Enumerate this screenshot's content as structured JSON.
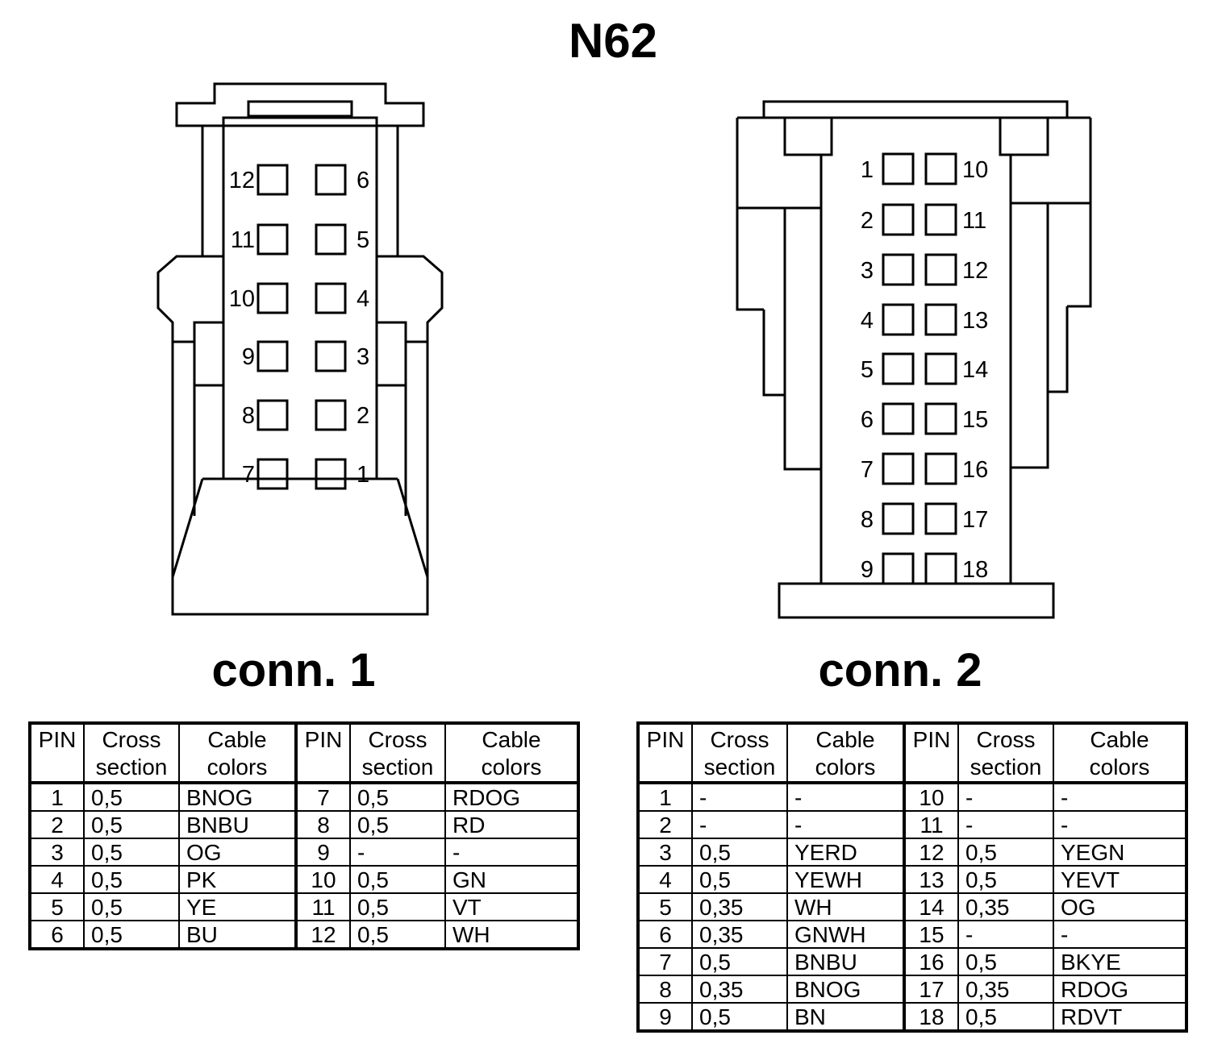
{
  "title": "N62",
  "conn1": {
    "label": "conn. 1",
    "left_pins": [
      "12",
      "11",
      "10",
      "9",
      "8",
      "7"
    ],
    "right_pins": [
      "6",
      "5",
      "4",
      "3",
      "2",
      "1"
    ]
  },
  "conn2": {
    "label": "conn. 2",
    "left_pins": [
      "1",
      "2",
      "3",
      "4",
      "5",
      "6",
      "7",
      "8",
      "9"
    ],
    "right_pins": [
      "10",
      "11",
      "12",
      "13",
      "14",
      "15",
      "16",
      "17",
      "18"
    ]
  },
  "table_headers": {
    "pin": "PIN",
    "cross_1": "Cross",
    "cross_2": "section",
    "cable_1": "Cable",
    "cable_2": "colors"
  },
  "table1": [
    [
      "1",
      "0,5",
      "BNOG",
      "7",
      "0,5",
      "RDOG"
    ],
    [
      "2",
      "0,5",
      "BNBU",
      "8",
      "0,5",
      "RD"
    ],
    [
      "3",
      "0,5",
      "OG",
      "9",
      "-",
      "-"
    ],
    [
      "4",
      "0,5",
      "PK",
      "10",
      "0,5",
      "GN"
    ],
    [
      "5",
      "0,5",
      "YE",
      "11",
      "0,5",
      "VT"
    ],
    [
      "6",
      "0,5",
      "BU",
      "12",
      "0,5",
      "WH"
    ]
  ],
  "table2": [
    [
      "1",
      "-",
      "-",
      "10",
      "-",
      "-"
    ],
    [
      "2",
      "-",
      "-",
      "11",
      "-",
      "-"
    ],
    [
      "3",
      "0,5",
      "YERD",
      "12",
      "0,5",
      "YEGN"
    ],
    [
      "4",
      "0,5",
      "YEWH",
      "13",
      "0,5",
      "YEVT"
    ],
    [
      "5",
      "0,35",
      "WH",
      "14",
      "0,35",
      "OG"
    ],
    [
      "6",
      "0,35",
      "GNWH",
      "15",
      "-",
      "-"
    ],
    [
      "7",
      "0,5",
      "BNBU",
      "16",
      "0,5",
      "BKYE"
    ],
    [
      "8",
      "0,35",
      "BNOG",
      "17",
      "0,35",
      "RDOG"
    ],
    [
      "9",
      "0,5",
      "BN",
      "18",
      "0,5",
      "RDVT"
    ]
  ]
}
